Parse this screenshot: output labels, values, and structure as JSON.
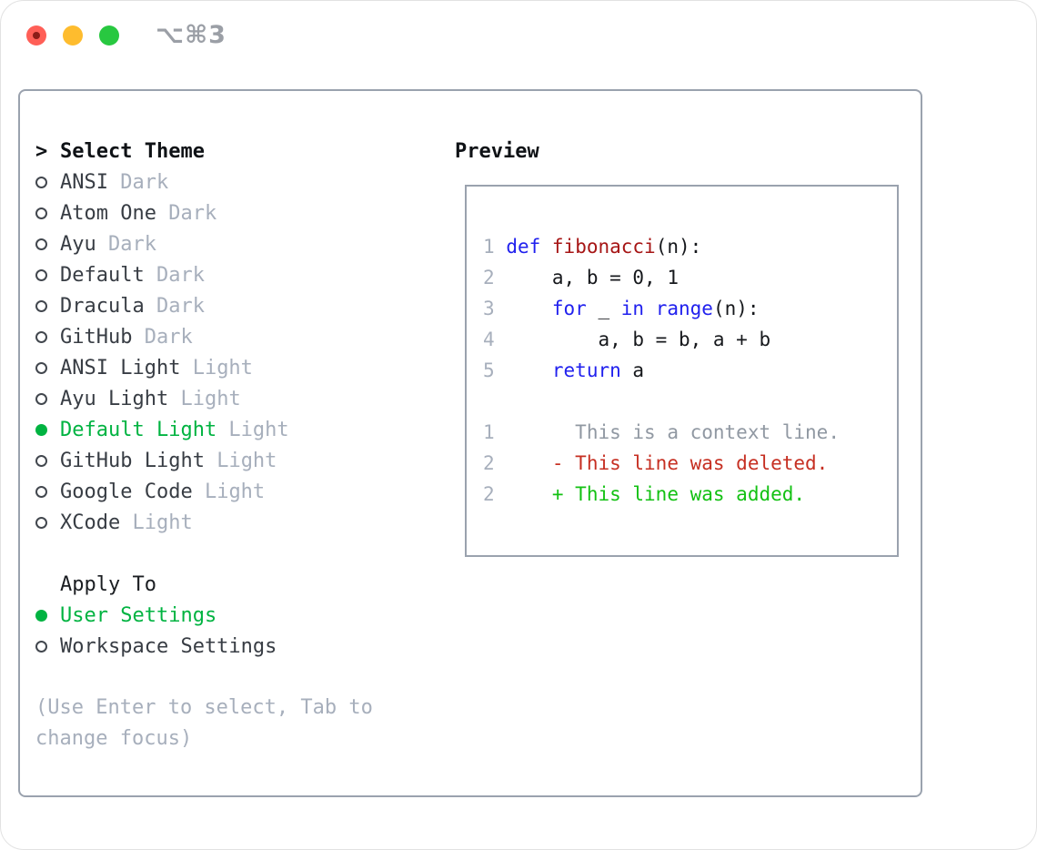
{
  "window": {
    "shortcut_label": "⌥⌘3",
    "traffic_lights": [
      "close",
      "minimize",
      "zoom"
    ]
  },
  "theme_menu": {
    "pointer": ">",
    "title": "Select Theme",
    "items": [
      {
        "name": "ANSI",
        "variant": "Dark",
        "selected": false
      },
      {
        "name": "Atom One",
        "variant": "Dark",
        "selected": false
      },
      {
        "name": "Ayu",
        "variant": "Dark",
        "selected": false
      },
      {
        "name": "Default",
        "variant": "Dark",
        "selected": false
      },
      {
        "name": "Dracula",
        "variant": "Dark",
        "selected": false
      },
      {
        "name": "GitHub",
        "variant": "Dark",
        "selected": false
      },
      {
        "name": "ANSI Light",
        "variant": "Light",
        "selected": false
      },
      {
        "name": "Ayu Light",
        "variant": "Light",
        "selected": false
      },
      {
        "name": "Default Light",
        "variant": "Light",
        "selected": true
      },
      {
        "name": "GitHub Light",
        "variant": "Light",
        "selected": false
      },
      {
        "name": "Google Code",
        "variant": "Light",
        "selected": false
      },
      {
        "name": "XCode",
        "variant": "Light",
        "selected": false
      }
    ]
  },
  "apply_to": {
    "title": "Apply To",
    "items": [
      {
        "name": "User Settings",
        "selected": true
      },
      {
        "name": "Workspace Settings",
        "selected": false
      }
    ]
  },
  "hint": "(Use Enter to select, Tab to change focus)",
  "preview": {
    "title": "Preview",
    "lines": [
      {
        "num": "1",
        "tokens": [
          {
            "t": "def",
            "c": "kw"
          },
          {
            "t": " ",
            "c": "pl"
          },
          {
            "t": "fibonacci",
            "c": "fn"
          },
          {
            "t": "(n):",
            "c": "pl"
          }
        ]
      },
      {
        "num": "2",
        "tokens": [
          {
            "t": "    a, b = 0, 1",
            "c": "pl"
          }
        ]
      },
      {
        "num": "3",
        "tokens": [
          {
            "t": "    ",
            "c": "pl"
          },
          {
            "t": "for",
            "c": "kw"
          },
          {
            "t": " _ ",
            "c": "pl"
          },
          {
            "t": "in",
            "c": "kw"
          },
          {
            "t": " ",
            "c": "pl"
          },
          {
            "t": "range",
            "c": "kw"
          },
          {
            "t": "(n):",
            "c": "pl"
          }
        ]
      },
      {
        "num": "4",
        "tokens": [
          {
            "t": "        a, b = b, a + b",
            "c": "pl"
          }
        ]
      },
      {
        "num": "5",
        "tokens": [
          {
            "t": "    ",
            "c": "pl"
          },
          {
            "t": "return",
            "c": "kw"
          },
          {
            "t": " a",
            "c": "pl"
          }
        ]
      },
      {
        "num": "",
        "tokens": []
      },
      {
        "num": "1",
        "tokens": [
          {
            "t": "      This is a context line.",
            "c": "ctx"
          }
        ]
      },
      {
        "num": "2",
        "tokens": [
          {
            "t": "    - This line was deleted.",
            "c": "del"
          }
        ]
      },
      {
        "num": "2",
        "tokens": [
          {
            "t": "    + This line was added.",
            "c": "add"
          }
        ]
      }
    ]
  },
  "colors": {
    "accent_green": "#00b341",
    "keyword_blue": "#2121ee",
    "function_red": "#a61515",
    "deleted_red": "#c62f22",
    "added_green": "#13c113",
    "muted_gray": "#a7afbc",
    "context_gray": "#9098a2",
    "text_dark": "#383d44",
    "header_black": "#0f1216",
    "border_gray": "#9aa2ae",
    "traffic_red": "#ff5f57",
    "traffic_yellow": "#febc2e",
    "traffic_green": "#28c840"
  }
}
